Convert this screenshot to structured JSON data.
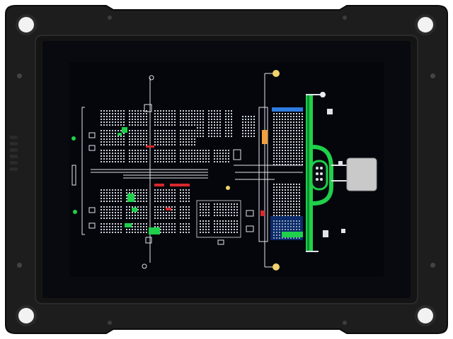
{
  "device": {
    "type": "industrial panel display",
    "state": "powered on, showing control schematic"
  },
  "colors": {
    "bezel": "#1d1d1d",
    "bezel_edge": "#2a2a2a",
    "screen_bg": "#04060c",
    "trace": "#dfe4ea",
    "green": "#1fd04a",
    "red": "#d8272a",
    "blue": "#2f7be0",
    "yellow": "#f2d36b",
    "module": "#c9c9c9"
  },
  "icons": [
    "mounting-hole",
    "mounting-screw",
    "led-indicator",
    "connector-pad"
  ]
}
